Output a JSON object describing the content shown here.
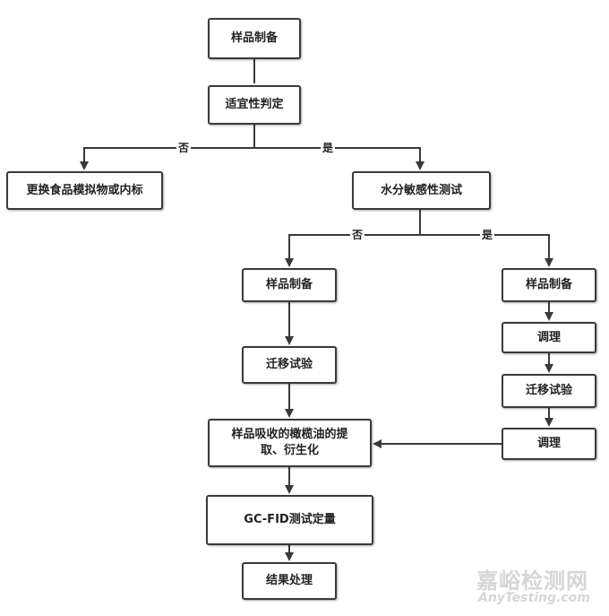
{
  "nodes": {
    "sample_prep_top": "样品制备",
    "suitability": "适宜性判定",
    "replace_simulant": "更换食品模拟物或内标",
    "water_sensitivity": "水分敏感性测试",
    "sample_prep_left": "样品制备",
    "migration_left": "迁移试验",
    "sample_prep_right": "样品制备",
    "conditioning_1": "调理",
    "migration_right": "迁移试验",
    "conditioning_2": "调理",
    "extraction": "样品吸收的橄榄油的提取、衍生化",
    "gc_fid": "GC-FID测试定量",
    "result": "结果处理"
  },
  "edge_labels": {
    "no_1": "否",
    "yes_1": "是",
    "no_2": "否",
    "yes_2": "是"
  },
  "watermark": {
    "cn": "嘉峪检测网",
    "en": "AnyTesting.com"
  }
}
